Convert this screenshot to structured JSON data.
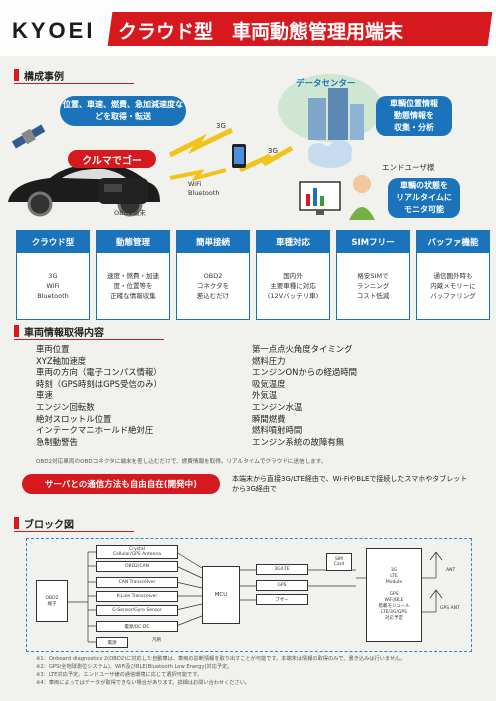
{
  "header": {
    "logo": "KYOEI",
    "title": "クラウド型　車両動態管理用端末"
  },
  "section1": {
    "title": "構成事例"
  },
  "diagram": {
    "bubble_vehicle": "位置、車速、燃費、急加減速度などを取得・転送",
    "datacenter_label": "データセンター",
    "bubble_datacenter": "車輌位置情報\n動態情報を\n収集・分析",
    "label_3g_top": "3G",
    "label_3g_mid": "3G",
    "label_wifi": "WiFi\nBluetooth",
    "kurumade": "クルマでゴー",
    "obd_label": "OBD2端末",
    "enduser_label": "エンドユーザ様",
    "bubble_user": "車輌の状態を\nリアルタイムに\nモニタ可能"
  },
  "features": [
    {
      "title": "クラウド型",
      "body": "3G\nWiFi\nBluetooth"
    },
    {
      "title": "動態管理",
      "body": "速度・燃費・加速\n度・位置等を\n正確な情報収集"
    },
    {
      "title": "簡単接続",
      "body": "OBD2\nコネクタを\n差込むだけ"
    },
    {
      "title": "車種対応",
      "body": "国内外\n主要車種に対応\n(12Vバッテリ車)"
    },
    {
      "title": "SIMフリー",
      "body": "格安SIMで\nランニング\nコスト低減"
    },
    {
      "title": "バッファ機能",
      "body": "通信圏外時も\n内蔵メモリーに\nバッファリング"
    }
  ],
  "section2": {
    "title": "車両情報取得内容"
  },
  "info_left": [
    "車両位置",
    "XYZ軸加速度",
    "車両の方向（電子コンパス情報）",
    "時刻（GPS時刻はGPS受信のみ）",
    "車速",
    "エンジン回転数",
    "絶対スロットル位置",
    "インテークマニホールド絶対圧",
    "急制動警告"
  ],
  "info_right": [
    "第一点点火角度タイミング",
    "燃料圧力",
    "エンジンONからの経過時間",
    "吸気温度",
    "外気温",
    "エンジン水温",
    "瞬間燃費",
    "燃料噴射時間",
    "エンジン系統の故障有無"
  ],
  "info_note": "OBD2対応車両のOBDコネクタに端末を差し込むだけで、燃費情報を取得。リアルタイムでクラウドに送信します。",
  "comm": {
    "pill": "サーバとの通信方法も自由自在(開発中)",
    "text": "本端末から直接3G/LTE経由で、Wi-FiやBLEで接続したスマホやタブレットから3G経由で"
  },
  "section3": {
    "title": "ブロック図"
  },
  "block": {
    "left": "OBD2\n端子",
    "rows": [
      "Crystal\nCellular/GPS Antenna",
      "OBD2/CAN",
      "CAN Transceiver",
      "K-Line Transceiver",
      "G-Sensor/Gyro Sensor",
      "電源/DC-DC",
      "電源"
    ],
    "mcu": "MCU",
    "mid": [
      "3G/LTE",
      "GPS",
      "ブザー"
    ],
    "sim": "SIM\nCard",
    "module": "3G\nLTE\nModule\n\nGPS\nWiFi/BLE\n搭載モジュール\nLTE/3G/GPS\n対応予定",
    "ant1": "ANT",
    "ant2": "GPS ANT",
    "legend": "凡例"
  },
  "notes": [
    "※1：Onboard diagnostics 2(OBD2)に対応した自動車は、車両の診断情報を取り出すことが可能です。本端末は情報の取得のみで、書き込みは行いません。",
    "※2：GPS(全地球測位システム)、WiFi及びBLE(Bluetooth Low Energy)対応予定。",
    "※3：LTE対応予定。エンドユーザ様の通信環境に応じて選択可能です。",
    "※4：車両によってはデータが取得できない場合があります。詳細はお問い合わせください。"
  ]
}
